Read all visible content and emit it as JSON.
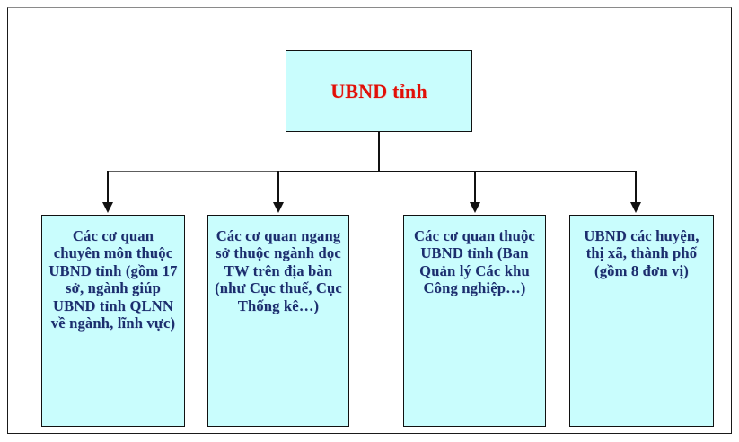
{
  "diagram": {
    "type": "organizational-hierarchy",
    "colors": {
      "node_fill": "#c9fdfd",
      "node_border": "#111111",
      "root_text": "#e01008",
      "child_text": "#1b2e6d",
      "connector": "#111111",
      "frame_border": "#1a1a1a",
      "background": "#ffffff"
    },
    "root": {
      "id": "root",
      "label": "UBND tỉnh"
    },
    "children": [
      {
        "id": "child-1",
        "label": "Các cơ quan chuyên môn thuộc UBND tỉnh (gồm 17 sở, ngành giúp UBND tỉnh QLNN về ngành, lĩnh vực)"
      },
      {
        "id": "child-2",
        "label": "Các cơ quan ngang sở thuộc ngành dọc TW trên địa bàn (như Cục thuế, Cục Thống kê…)"
      },
      {
        "id": "child-3",
        "label": "Các cơ quan thuộc UBND tỉnh (Ban Quản lý Các khu Công nghiệp…)"
      },
      {
        "id": "child-4",
        "label": "UBND các huyện, thị xã, thành phố (gồm 8 đơn vị)"
      }
    ],
    "connectors": [
      {
        "id": "trunk",
        "from": "root",
        "to": "bus",
        "style": "solid"
      },
      {
        "id": "branch-1",
        "from": "bus",
        "to": "child-1",
        "arrow": "down"
      },
      {
        "id": "branch-2",
        "from": "bus",
        "to": "child-2",
        "arrow": "down"
      },
      {
        "id": "branch-3",
        "from": "bus",
        "to": "child-3",
        "arrow": "down"
      },
      {
        "id": "branch-4",
        "from": "bus",
        "to": "child-4",
        "arrow": "down"
      }
    ]
  }
}
